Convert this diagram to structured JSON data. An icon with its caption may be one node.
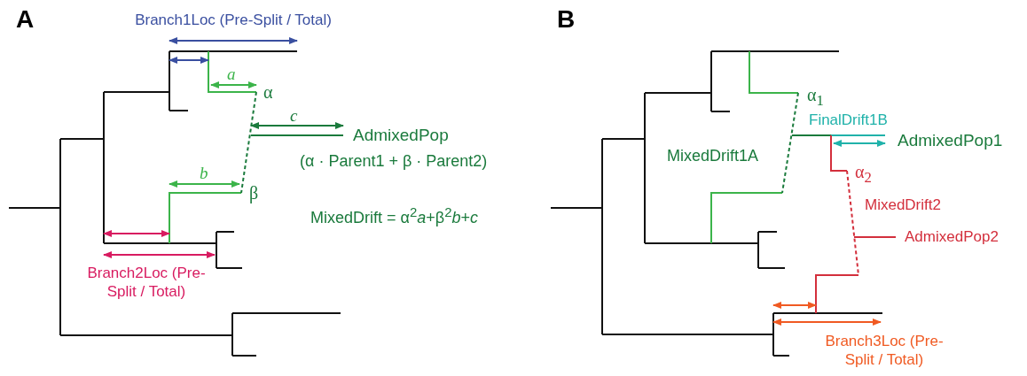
{
  "diagram": {
    "labels": [
      "A",
      "Branch1Loc (Pre-Split / Total)",
      "*a*",
      "α",
      "*c*",
      "AdmixedPop",
      "(α · Parent1 + β · Parent2)",
      "*b*",
      "β",
      "MixedDrift = α$^{2}$*a*+β$^{2}$*b*+*c*",
      "Branch2Loc (Pre-Split / Total)",
      "B",
      "α$_{1}$",
      "FinalDrift1B",
      "AdmixedPop1",
      "MixedDrift1A",
      "α$_{2}$",
      "MixedDrift2",
      "AdmixedPop2",
      "Branch3Loc (Pre-Split / Total)"
    ]
  }
}
